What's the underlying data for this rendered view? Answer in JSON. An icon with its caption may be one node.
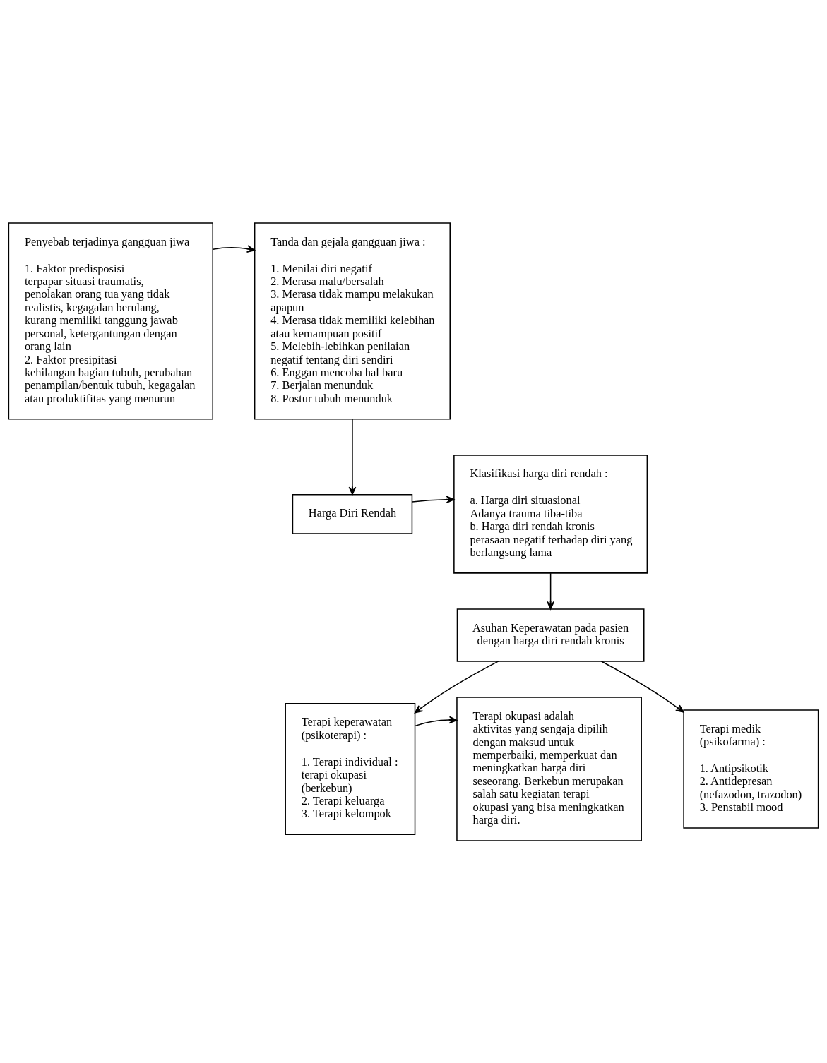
{
  "diagram": {
    "nodes": [
      {
        "text": [
          "Penyebab terjadinya gangguan jiwa",
          "1. Faktor predisposisi",
          "terpapar situasi traumatis, penolakan orang tua yang tidak realistis, kegagalan berulang, kurang memiliki tanggung jawab personal, ketergantungan dengan orang lain",
          "2. Faktor presipitasi",
          "kehilangan bagian tubuh, perubahan penampilan/bentuk tubuh, kegagalan atau produktifitas yang menurun"
        ]
      },
      {
        "text": [
          "Tanda dan gejala gangguan jiwa :",
          "1. Menilai diri negatif",
          "2. Merasa malu/bersalah",
          "3. Merasa tidak mampu melakukan apapun",
          "4. Merasa tidak memiliki kelebihan atau kemampuan positif",
          "5. Melebih-lebihkan penilaian negatif tentang diri sendiri",
          "6. Enggan mencoba hal baru",
          "7. Berjalan menunduk",
          "8. Postur tubuh menunduk"
        ]
      },
      {
        "text": [
          "Harga Diri Rendah"
        ]
      },
      {
        "text": [
          "Klasifikasi harga diri rendah :",
          "a. Harga diri situasional",
          "Adanya trauma tiba-tiba",
          "b. Harga diri rendah kronis",
          "perasaan negatif terhadap diri yang berlangsung lama"
        ]
      },
      {
        "text": [
          "Asuhan Keperawatan pada pasien dengan harga diri rendah kronis"
        ]
      },
      {
        "text": [
          "Terapi keperawatan (psikoterapi) :",
          "1. Terapi individual : terapi okupasi (berkebun)",
          "2. Terapi keluarga",
          "3. Terapi kelompok"
        ]
      },
      {
        "text": [
          "Terapi medik (psikofarma) :",
          "1. Antipsikotik",
          "2. Antidepresan (nefazodon, trazodon)",
          "3. Penstabil mood"
        ]
      },
      {
        "text": [
          "Terapi okupasi adalah aktivitas yang sengaja dipilih dengan maksud untuk memperbaiki, memperkuat dan meningkatkan harga diri seseorang. Berkebun merupakan salah satu kegiatan terapi okupasi yang bisa meningkatkan harga diri."
        ]
      }
    ],
    "edges": [
      {
        "from": 0,
        "to": 1,
        "arrow": "to"
      },
      {
        "from": 1,
        "to": 2,
        "arrow": "to"
      },
      {
        "from": 2,
        "to": 3,
        "arrow": "to"
      },
      {
        "from": 3,
        "to": 4,
        "arrow": "to"
      },
      {
        "from": 4,
        "to": 5,
        "arrow": "to"
      },
      {
        "from": 4,
        "to": 6,
        "arrow": "to"
      },
      {
        "from": 5,
        "to": 7,
        "arrow": "to"
      }
    ]
  }
}
